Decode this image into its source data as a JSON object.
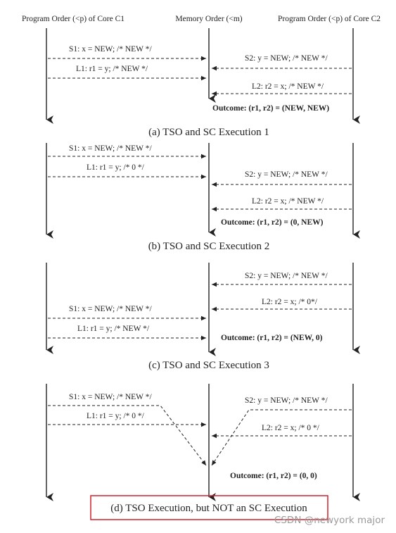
{
  "headers": {
    "core_c1": "Program Order (<p) of Core C1",
    "memory": "Memory Order (<m)",
    "core_c2": "Program Order (<p) of Core C2"
  },
  "panels": [
    {
      "caption": "(a) TSO and SC Execution 1",
      "c1_ops": [
        "S1: x = NEW; /* NEW */",
        "L1: r1 = y; /* NEW */"
      ],
      "c2_ops": [
        "S2: y = NEW; /* NEW */",
        "L2: r2 = x; /* NEW */"
      ],
      "outcome": "Outcome: (r1, r2) = (NEW, NEW)"
    },
    {
      "caption": "(b) TSO and SC Execution 2",
      "c1_ops": [
        "S1: x = NEW; /* NEW */",
        "L1: r1 = y; /* 0 */"
      ],
      "c2_ops": [
        "S2: y = NEW; /* NEW */",
        "L2: r2 = x; /* NEW */"
      ],
      "outcome": "Outcome: (r1, r2) = (0, NEW)"
    },
    {
      "caption": "(c) TSO and SC Execution 3",
      "c1_ops": [
        "S1: x = NEW; /* NEW */",
        "L1: r1 = y; /* NEW */"
      ],
      "c2_ops": [
        "S2: y = NEW; /* NEW */",
        "L2: r2 = x; /* 0*/"
      ],
      "outcome": "Outcome: (r1, r2) = (NEW, 0)"
    },
    {
      "caption": "(d) TSO Execution, but NOT an SC Execution",
      "caption_highlight_color": "#d0202a",
      "c1_ops": [
        "S1: x = NEW; /* NEW */",
        "L1: r1 = y; /* 0 */"
      ],
      "c2_ops": [
        "S2: y = NEW; /* NEW */",
        "L2: r2 = x; /* 0 */"
      ],
      "outcome": "Outcome: (r1, r2) = (0, 0)"
    }
  ],
  "watermark": "CSDN @newyork major"
}
